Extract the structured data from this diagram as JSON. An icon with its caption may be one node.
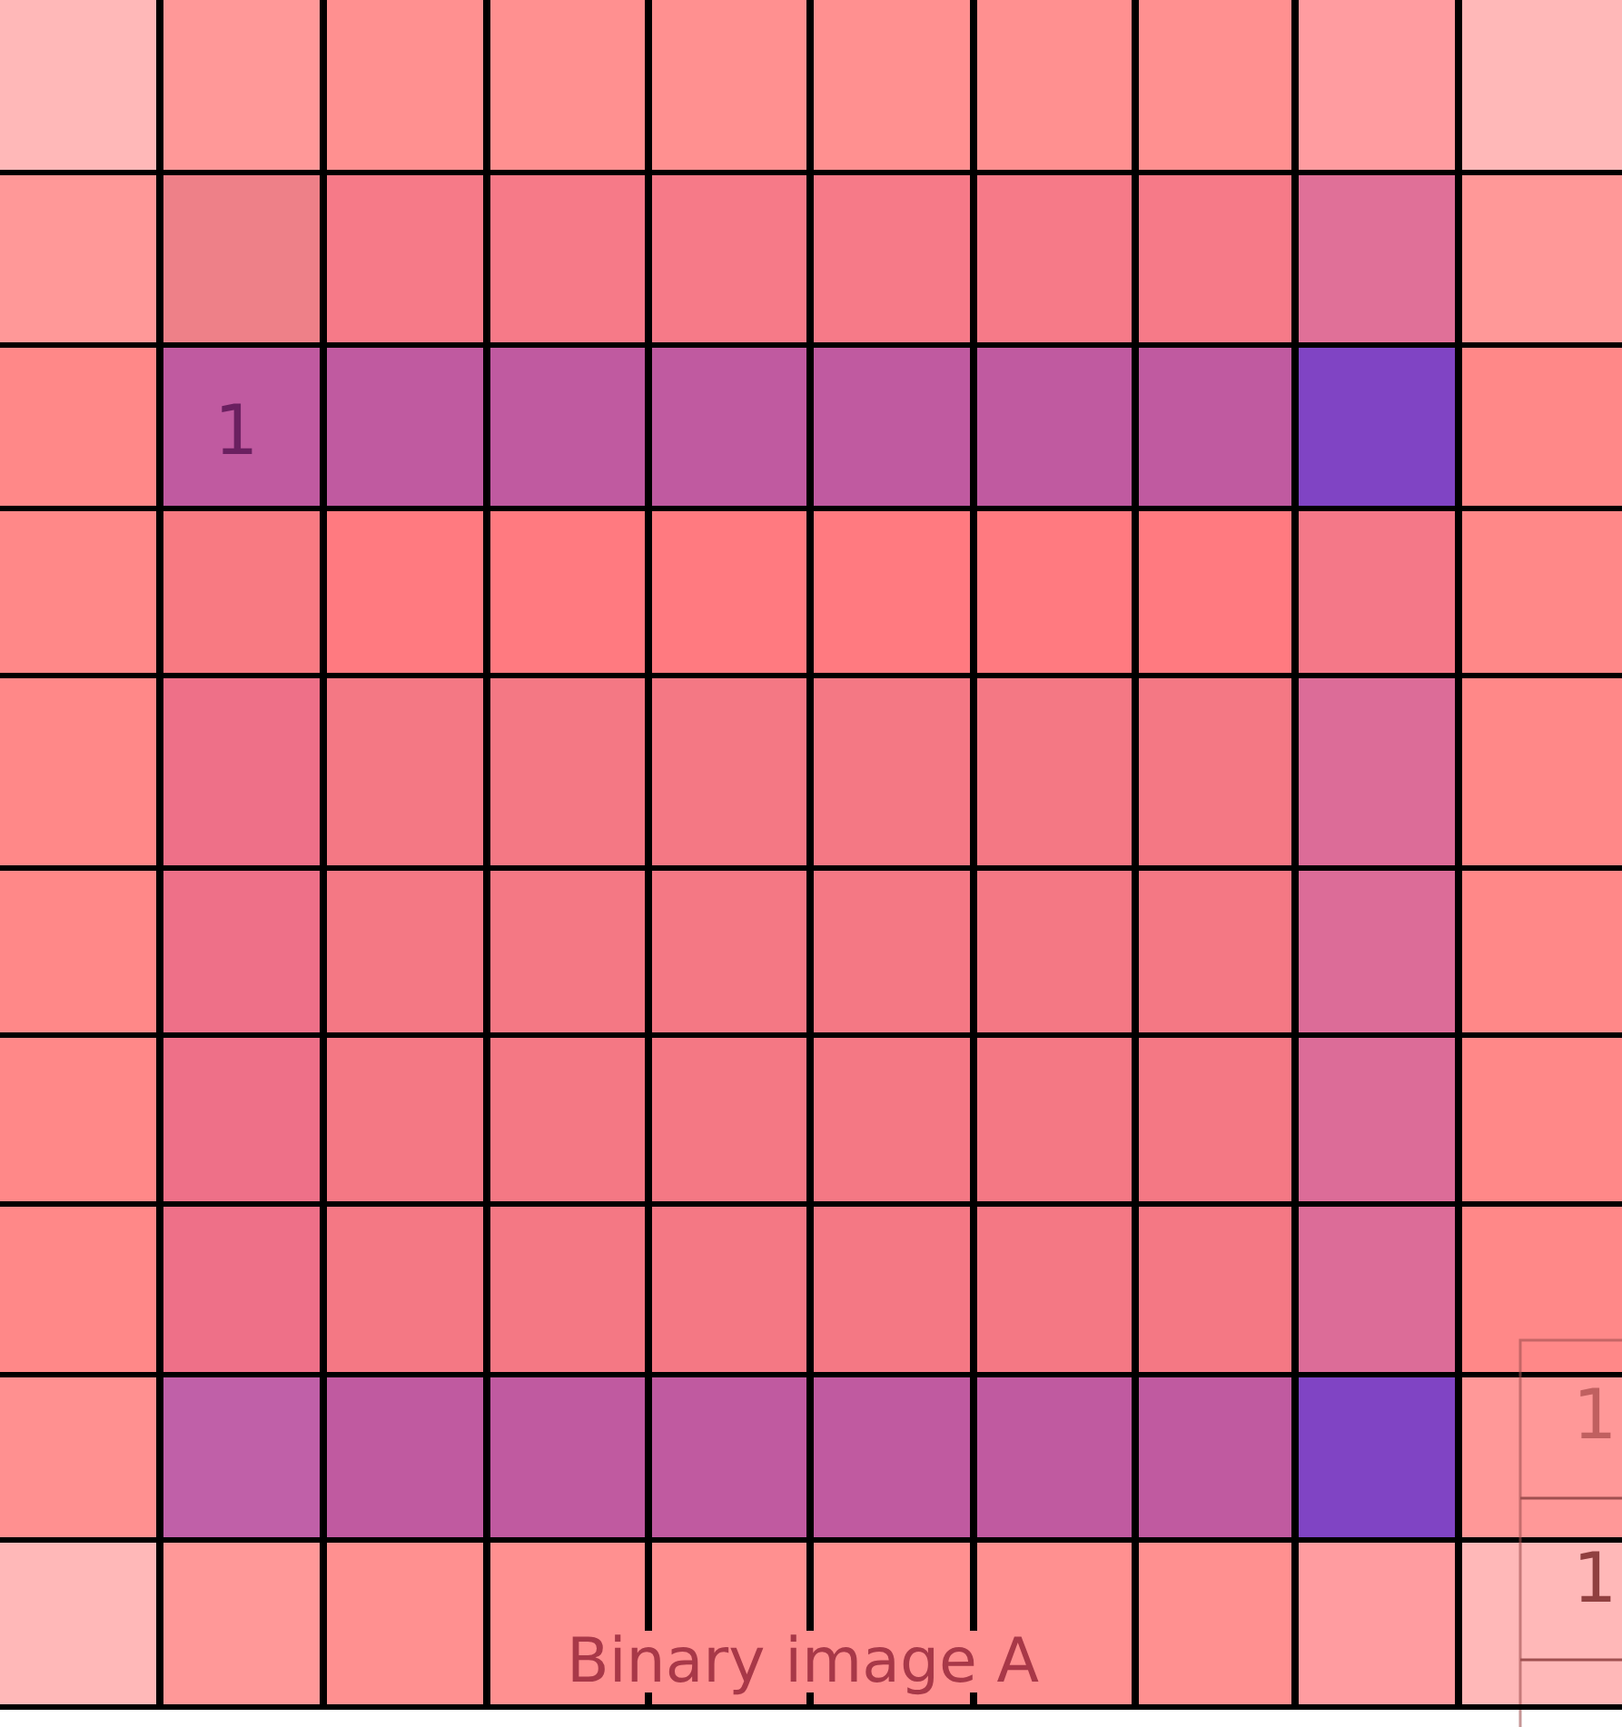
{
  "diagram": {
    "labels": [
      "1",
      "1",
      "1",
      "Binary image A"
    ]
  }
}
